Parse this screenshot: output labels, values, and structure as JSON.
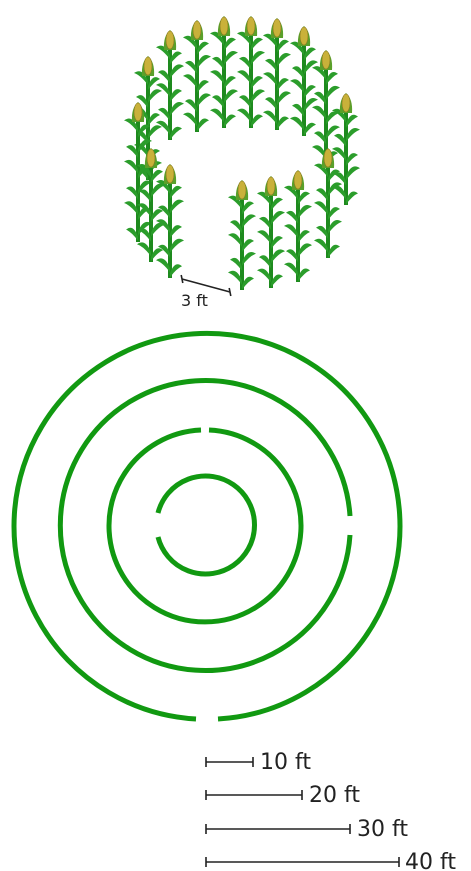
{
  "colors": {
    "maze_ring": "#119911",
    "stalk": "#1e8a1e",
    "leaf": "#2b9d2b",
    "ear": "#c9b13a",
    "ear_husk": "#5aa02a",
    "ink": "#222222"
  },
  "corn_diagram": {
    "spacing_label": "3 ft"
  },
  "maze": {
    "ring_count": 4,
    "paths_open": true
  },
  "scale_bars": [
    {
      "label": "10 ft"
    },
    {
      "label": "20 ft"
    },
    {
      "label": "30 ft"
    },
    {
      "label": "40 ft"
    }
  ]
}
